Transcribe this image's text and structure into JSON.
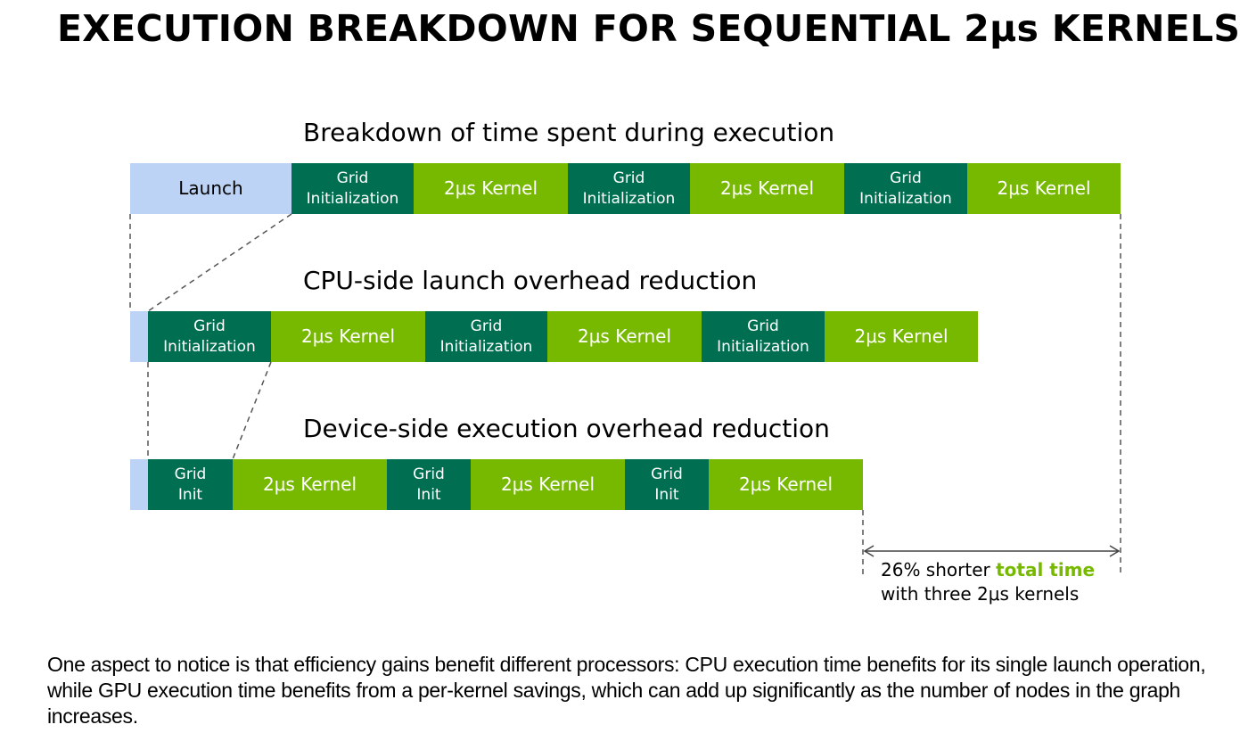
{
  "title": "EXECUTION BREAKDOWN FOR SEQUENTIAL 2μs KERNELS",
  "rows": [
    {
      "heading": "Breakdown of time spent during execution",
      "launch_label": "Launch",
      "init_label": "Grid\nInitialization",
      "kernel_label": "2μs Kernel"
    },
    {
      "heading": "CPU-side launch overhead reduction",
      "init_label": "Grid\nInitialization",
      "kernel_label": "2μs Kernel"
    },
    {
      "heading": "Device-side execution overhead reduction",
      "init_label": "Grid\nInit",
      "kernel_label": "2μs Kernel"
    }
  ],
  "annotation": {
    "line1_prefix": "26% shorter ",
    "line1_highlight": "total time",
    "line2": "with three 2μs kernels"
  },
  "caption": "One aspect to notice is that efficiency gains benefit different processors: CPU execution time benefits for its single launch operation, while GPU execution time benefits from a per-kernel savings, which can add up significantly as the number of nodes in the graph increases.",
  "colors": {
    "launch": "#bcd3f5",
    "grid_init": "#006f51",
    "kernel": "#76b900",
    "highlight": "#76b900"
  }
}
